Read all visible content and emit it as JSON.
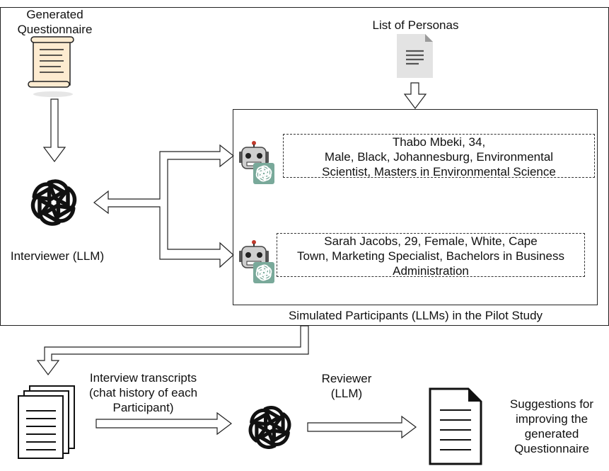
{
  "questionnaire_label": "Generated\nQuestionnaire",
  "personas_label": "List of Personas",
  "interviewer_label": "Interviewer (LLM)",
  "participants": [
    {
      "text": "Thabo Mbeki, 34,\nMale, Black, Johannesburg, Environmental\nScientist, Masters in Environmental Science"
    },
    {
      "text": "Sarah Jacobs, 29, Female, White, Cape\nTown, Marketing Specialist, Bachelors in Business\nAdministration"
    }
  ],
  "simulated_label": "Simulated Participants (LLMs) in the Pilot Study",
  "transcripts_label": "Interview transcripts\n(chat history of each\nParticipant)",
  "reviewer_label": "Reviewer\n(LLM)",
  "suggestions_label": "Suggestions for\nimproving the\ngenerated\nQuestionnaire",
  "colors": {
    "openai_badge": "#79a99a",
    "robot_gray": "#cfcfcf",
    "scroll_fill": "#fdebd0",
    "doc_gray": "#d9d9d9"
  },
  "icons": [
    "scroll-icon",
    "document-icon",
    "openai-icon",
    "robot-icon",
    "documents-stack-icon",
    "arrow-icon"
  ]
}
